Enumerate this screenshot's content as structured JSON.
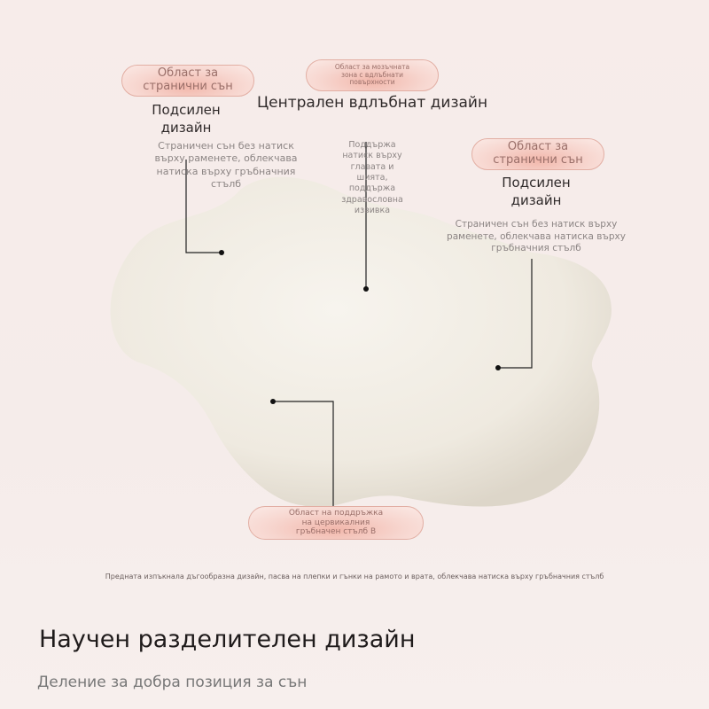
{
  "callouts": {
    "left": {
      "badge": "Област за странични сън",
      "heading": "Подсилен дизайн",
      "desc": "Страничен сън без натиск върху раменете, облекчава натиска върху гръбначния стълб"
    },
    "center": {
      "badge": "Област за мозъчната зона с вдлъбнати повърхности",
      "heading": "Централен вдлъбнат дизайн",
      "desc": "Поддържа натиск върху главата и шията, поддържа здравословна извивка"
    },
    "right": {
      "badge": "Област за странични сън",
      "heading": "Подсилен дизайн",
      "desc": "Страничен сън без натиск върху раменете, облекчава натиска върху гръбначния стълб"
    },
    "bottom": {
      "badge": "Област на поддръжка на цервикалния гръбначен стълб В"
    }
  },
  "footnote": "Предната изпъкнала дъгообразна дизайн, пасва на плепки и гънки на рамото и врата, облекчава натиска върху гръбначния стълб",
  "title": "Научен разделителен дизайн",
  "subtitle": "Деление за добра позиция за сън",
  "colors": {
    "badge": "#f2b7ab",
    "pillow": "#f4f0e8",
    "background": "#f6ecea"
  }
}
